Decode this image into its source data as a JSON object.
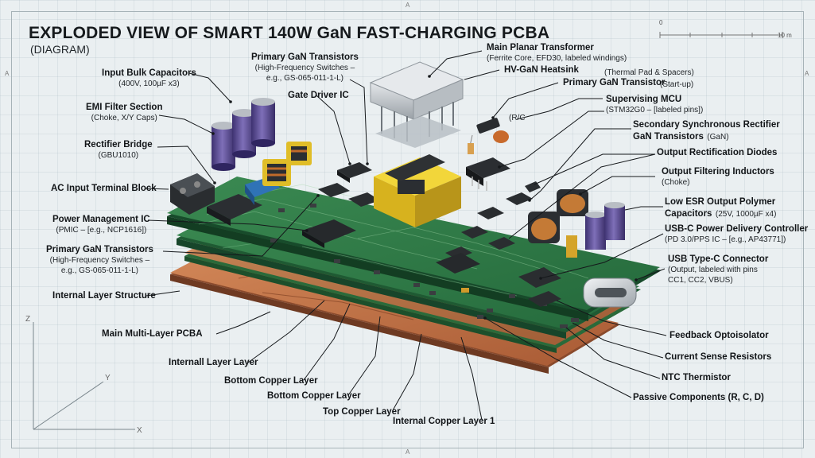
{
  "title": "EXPLODED VIEW OF SMART 140W GaN FAST-CHARGING PCBA",
  "subtitle": "(DIAGRAM)",
  "scale": {
    "start": "0",
    "end": "10 m"
  },
  "edge_marks": {
    "top_left": "A",
    "left": "A",
    "right": "A",
    "bottom": "A"
  },
  "axes": {
    "z": "Z",
    "y": "Y",
    "x": "X"
  },
  "labels": {
    "input_bulk_caps": {
      "title": "Input Bulk Capacitors",
      "sub": "(400V, 100µF x3)"
    },
    "emi_filter": {
      "title": "EMI Filter Section",
      "sub": "(Choke, X/Y Caps)"
    },
    "rectifier_bridge": {
      "title": "Rectifier Bridge",
      "sub": "(GBU1010)"
    },
    "ac_input": {
      "title": "AC Input Terminal Block"
    },
    "pmic": {
      "title": "Power Management IC",
      "sub": "(PMIC – [e.g., NCP1616])"
    },
    "primary_gan_left": {
      "title": "Primary GaN Transistors",
      "sub": "(High-Frequency Switches –",
      "sub2": "e.g., GS-065-011-1-L)"
    },
    "internal_layer_structure": {
      "title": "Internal Layer Structure"
    },
    "main_pcba": {
      "title": "Main Multi-Layer PCBA"
    },
    "internal_layer": {
      "title": "Internall Layer Layer"
    },
    "bottom_copper_1": {
      "title": "Bottom Copper Layer"
    },
    "bottom_copper_2": {
      "title": "Bottom Copper Layer"
    },
    "top_copper": {
      "title": "Top Copper Layer"
    },
    "internal_copper_1": {
      "title": "Internal Copper Layer 1"
    },
    "primary_gan_top": {
      "title": "Primary GaN Transistors",
      "sub": "(High-Frequency Switches –",
      "sub2": "e.g., GS-065-011-1-L)"
    },
    "gate_driver": {
      "title": "Gate Driver IC"
    },
    "main_transformer": {
      "title": "Main Planar Transformer",
      "sub": "(Ferrite Core, EFD30, labeled windings)"
    },
    "hv_heatsink": {
      "title": "HV-GaN Heatsink",
      "sub": "(Thermal Pad & Spacers)"
    },
    "primary_gan_startup": {
      "title": "Primary GaN Transistor",
      "sub": "(Start-up)"
    },
    "rc": {
      "title": "(R/C"
    },
    "supervising_mcu": {
      "title": "Supervising MCU",
      "sub": "(STM32G0 – [labeled pins])"
    },
    "sync_rectifier": {
      "title": "Secondary Synchronous Rectifier",
      "title2": "GaN Transistors",
      "sub": "(GaN)"
    },
    "output_diodes": {
      "title": "Output Rectification Diodes"
    },
    "output_inductors": {
      "title": "Output Filtering Inductors",
      "sub": "(Choke)"
    },
    "polymer_caps": {
      "title": "Low ESR Output Polymer",
      "title2": "Capacitors",
      "sub": "(25V, 1000µF x4)"
    },
    "usb_pd": {
      "title": "USB-C Power Delivery Controller",
      "sub": "(PD 3.0/PPS IC – [e.g., AP43771])"
    },
    "usb_c": {
      "title": "USB Type-C Connector",
      "sub": "(Output, labeled with pins",
      "sub2": "CC1, CC2, VBUS)"
    },
    "optoisolator": {
      "title": "Feedback Optoisolator"
    },
    "current_sense": {
      "title": "Current Sense Resistors"
    },
    "ntc": {
      "title": "NTC Thermistor"
    },
    "passives": {
      "title": "Passive Components (R, C, D)"
    }
  },
  "colors": {
    "pcb_green": "#2f7a45",
    "pcb_dark": "#1f5532",
    "copper": "#c9784a",
    "copper_dark": "#9a5130",
    "capacitor_purple": "#5a4a8c",
    "transformer_yellow": "#e6c224",
    "background": "#eaeff1"
  }
}
